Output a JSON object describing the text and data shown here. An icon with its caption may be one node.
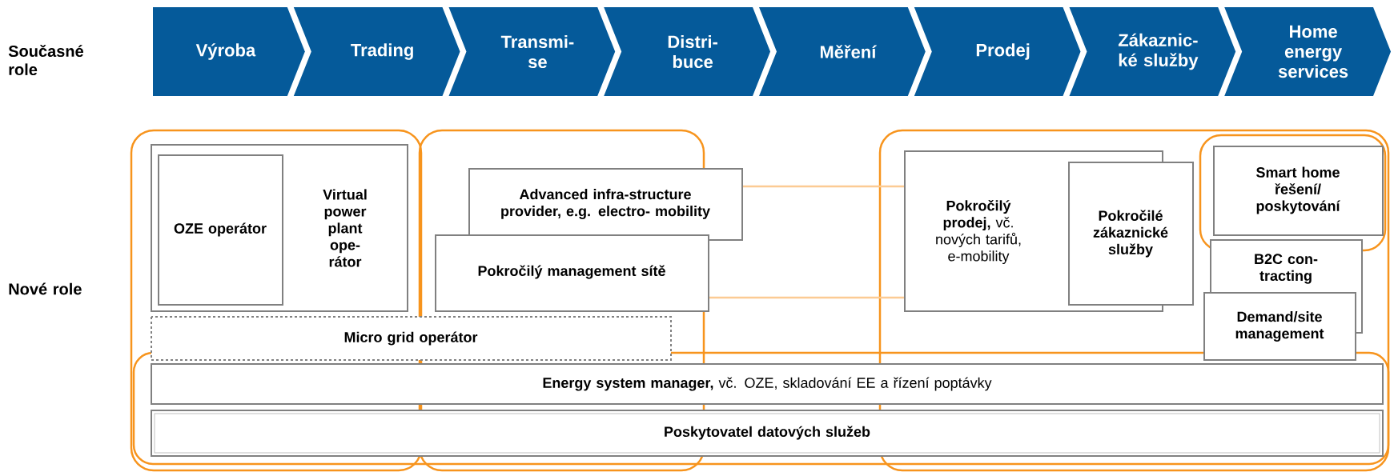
{
  "diagram": {
    "nodes": [
      {
        "text": [
          "Výroba"
        ]
      },
      {
        "text": [
          "Trading"
        ]
      },
      {
        "text": [
          "Transmi- se"
        ]
      },
      {
        "text": [
          "Distri- buce"
        ]
      },
      {
        "text": [
          "Měření"
        ]
      },
      {
        "text": [
          "Prodej"
        ]
      },
      {
        "text": [
          "Zákaznic- ké služby"
        ]
      },
      {
        "text": [
          "Home energy services"
        ]
      },
      {
        "text": [
          "Virtual power plant ope- rátor"
        ]
      },
      {
        "text": [
          "OZE operátor"
        ],
        "in": 8
      },
      {
        "text": [
          "Micro grid operátor"
        ]
      },
      {
        "text": [
          "Advanced infra-structure provider, e.g. electro- mobility"
        ]
      },
      {
        "text": [
          "Pokročilý management sítě"
        ]
      },
      {
        "text": [
          "**Pokročilý prodej,** vč. nových tarifů, e-mobility"
        ]
      },
      {
        "text": [
          "Pokročilé zákaznické služby"
        ]
      },
      {
        "text": [
          "Smart home řešení/ poskytování"
        ]
      },
      {
        "text": [
          "B2C con- tracting"
        ]
      },
      {
        "text": [
          "Demand/site management"
        ]
      },
      {
        "text": [
          "**Energy system manager,** vč. OZE, skladování EE a řízení poptávky"
        ]
      },
      {
        "text": [
          "Poskytovatel datových služeb"
        ]
      }
    ],
    "labels": [
      "Současné role",
      "Nové role"
    ]
  }
}
